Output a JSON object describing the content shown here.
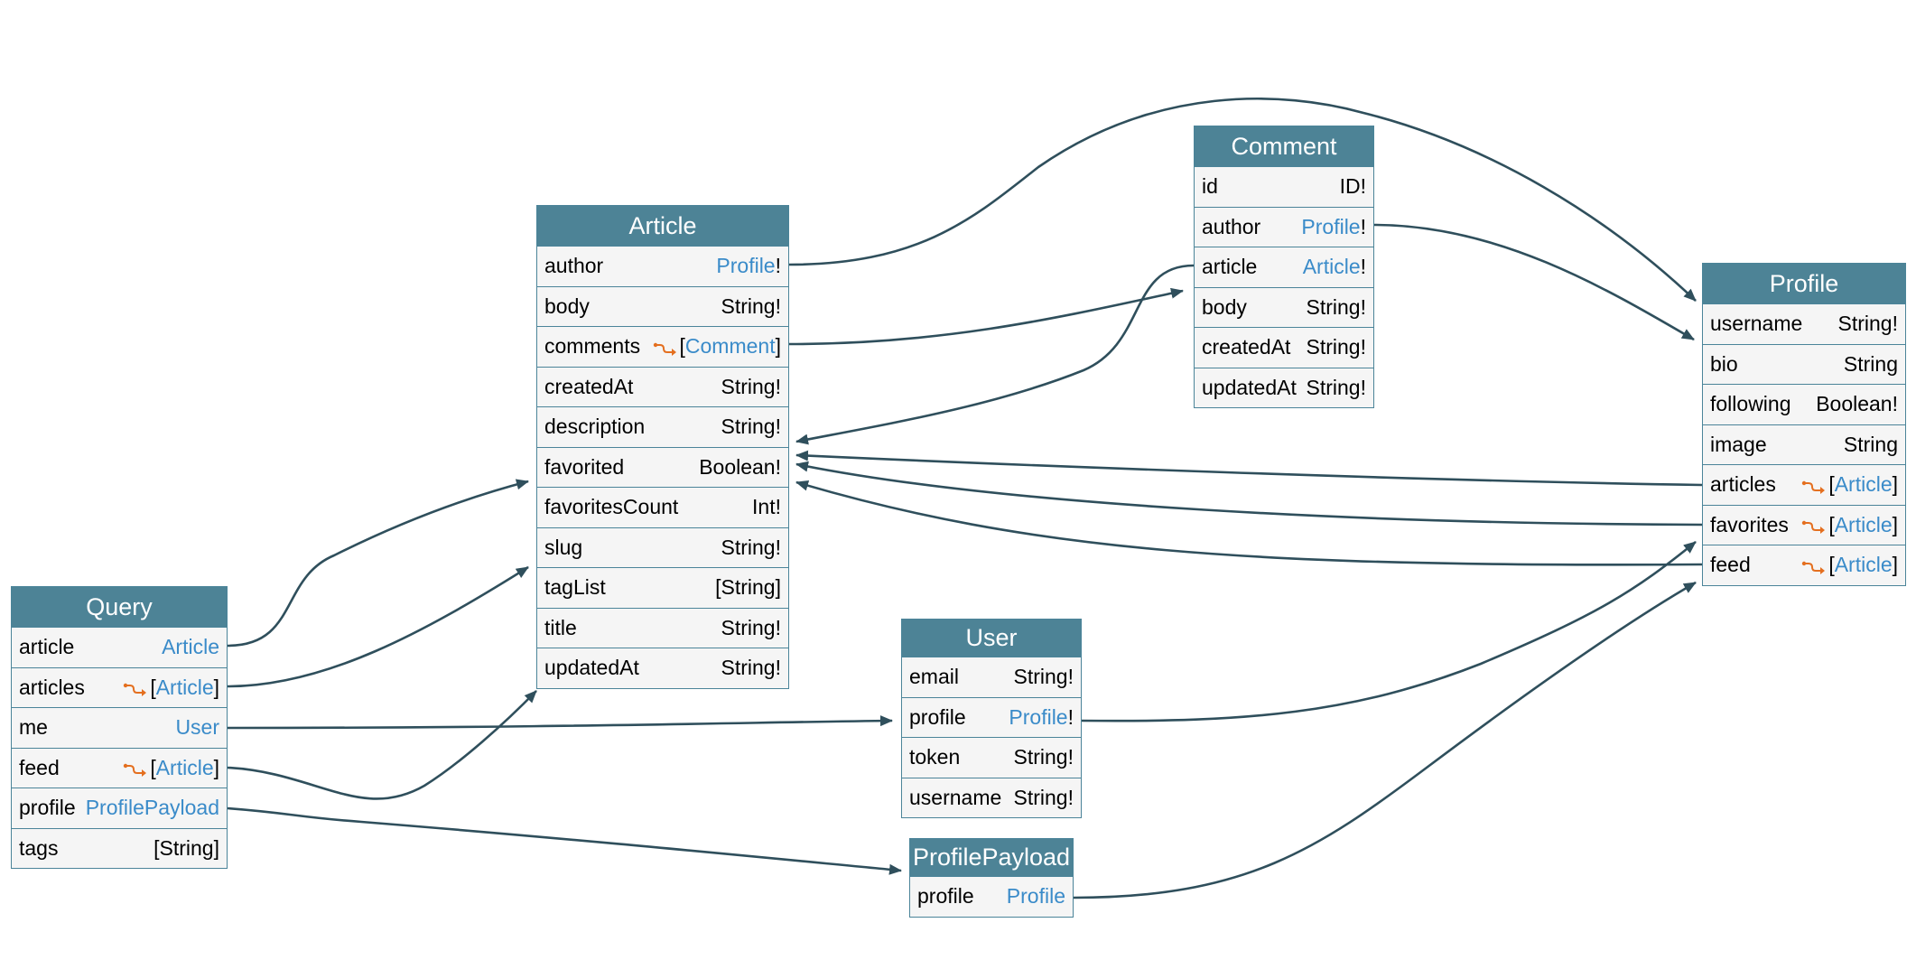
{
  "colors": {
    "header_bg": "#4d8396",
    "border": "#4b8499",
    "row_bg": "#f5f5f5",
    "link": "#3a8bc9",
    "connection_icon": "#e46f1f",
    "edge": "#2f4f5c"
  },
  "types": [
    {
      "id": "Query",
      "name": "Query",
      "fields": [
        {
          "name": "article",
          "type": "Article",
          "link": true,
          "connection": false
        },
        {
          "name": "articles",
          "type": "Article",
          "link": true,
          "connection": true,
          "list": true
        },
        {
          "name": "me",
          "type": "User",
          "link": true,
          "connection": false
        },
        {
          "name": "feed",
          "type": "Article",
          "link": true,
          "connection": true,
          "list": true
        },
        {
          "name": "profile",
          "type": "ProfilePayload",
          "link": true,
          "connection": false
        },
        {
          "name": "tags",
          "type": "[String]",
          "link": false
        }
      ]
    },
    {
      "id": "Article",
      "name": "Article",
      "fields": [
        {
          "name": "author",
          "type": "Profile",
          "link": true,
          "bang": true
        },
        {
          "name": "body",
          "type": "String!",
          "link": false
        },
        {
          "name": "comments",
          "type": "Comment",
          "link": true,
          "connection": true,
          "list": true
        },
        {
          "name": "createdAt",
          "type": "String!",
          "link": false
        },
        {
          "name": "description",
          "type": "String!",
          "link": false
        },
        {
          "name": "favorited",
          "type": "Boolean!",
          "link": false
        },
        {
          "name": "favoritesCount",
          "type": "Int!",
          "link": false
        },
        {
          "name": "slug",
          "type": "String!",
          "link": false
        },
        {
          "name": "tagList",
          "type": "[String]",
          "link": false
        },
        {
          "name": "title",
          "type": "String!",
          "link": false
        },
        {
          "name": "updatedAt",
          "type": "String!",
          "link": false
        }
      ]
    },
    {
      "id": "Comment",
      "name": "Comment",
      "fields": [
        {
          "name": "id",
          "type": "ID!",
          "link": false
        },
        {
          "name": "author",
          "type": "Profile",
          "link": true,
          "bang": true
        },
        {
          "name": "article",
          "type": "Article",
          "link": true,
          "bang": true
        },
        {
          "name": "body",
          "type": "String!",
          "link": false
        },
        {
          "name": "createdAt",
          "type": "String!",
          "link": false
        },
        {
          "name": "updatedAt",
          "type": "String!",
          "link": false
        }
      ]
    },
    {
      "id": "Profile",
      "name": "Profile",
      "fields": [
        {
          "name": "username",
          "type": "String!",
          "link": false
        },
        {
          "name": "bio",
          "type": "String",
          "link": false
        },
        {
          "name": "following",
          "type": "Boolean!",
          "link": false
        },
        {
          "name": "image",
          "type": "String",
          "link": false
        },
        {
          "name": "articles",
          "type": "Article",
          "link": true,
          "connection": true,
          "list": true
        },
        {
          "name": "favorites",
          "type": "Article",
          "link": true,
          "connection": true,
          "list": true
        },
        {
          "name": "feed",
          "type": "Article",
          "link": true,
          "connection": true,
          "list": true
        }
      ]
    },
    {
      "id": "User",
      "name": "User",
      "fields": [
        {
          "name": "email",
          "type": "String!",
          "link": false
        },
        {
          "name": "profile",
          "type": "Profile",
          "link": true,
          "bang": true
        },
        {
          "name": "token",
          "type": "String!",
          "link": false
        },
        {
          "name": "username",
          "type": "String!",
          "link": false
        }
      ]
    },
    {
      "id": "ProfilePayload",
      "name": "ProfilePayload",
      "fields": [
        {
          "name": "profile",
          "type": "Profile",
          "link": true
        }
      ]
    }
  ],
  "edges": [
    {
      "from": "Query.article",
      "to": "Article"
    },
    {
      "from": "Query.articles",
      "to": "Article"
    },
    {
      "from": "Query.me",
      "to": "User"
    },
    {
      "from": "Query.feed",
      "to": "Article"
    },
    {
      "from": "Query.profile",
      "to": "ProfilePayload"
    },
    {
      "from": "Article.author",
      "to": "Profile"
    },
    {
      "from": "Article.comments",
      "to": "Comment"
    },
    {
      "from": "Comment.author",
      "to": "Profile"
    },
    {
      "from": "Comment.article",
      "to": "Article"
    },
    {
      "from": "Profile.articles",
      "to": "Article"
    },
    {
      "from": "Profile.favorites",
      "to": "Article"
    },
    {
      "from": "Profile.feed",
      "to": "Article"
    },
    {
      "from": "User.profile",
      "to": "Profile"
    },
    {
      "from": "ProfilePayload.profile",
      "to": "Profile"
    }
  ]
}
